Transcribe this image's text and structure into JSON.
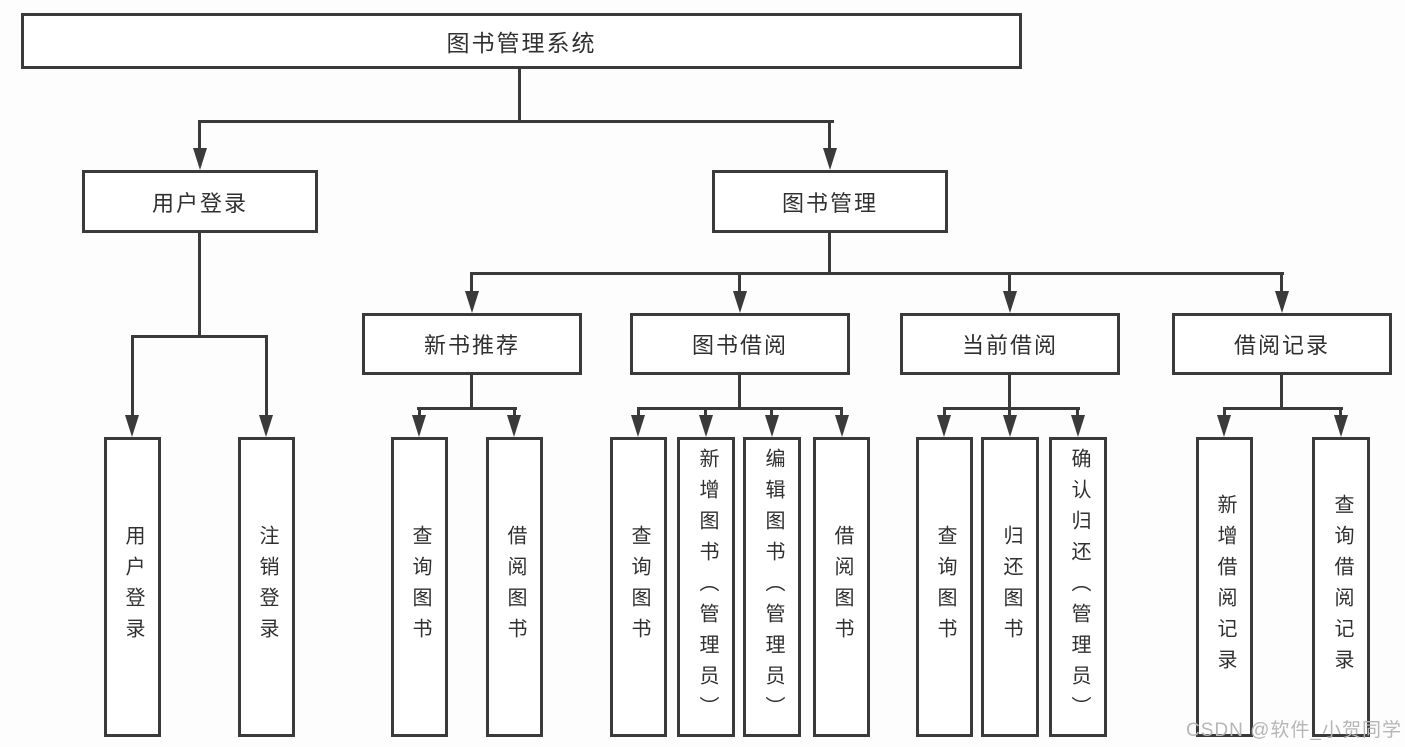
{
  "tree": {
    "label": "图书管理系统",
    "children": [
      {
        "label": "用户登录",
        "children": [
          {
            "label": "用户登录"
          },
          {
            "label": "注销登录"
          }
        ]
      },
      {
        "label": "图书管理",
        "children": [
          {
            "label": "新书推荐",
            "children": [
              {
                "label": "查询图书"
              },
              {
                "label": "借阅图书"
              }
            ]
          },
          {
            "label": "图书借阅",
            "children": [
              {
                "label": "查询图书"
              },
              {
                "label": "新增图书（管理员）"
              },
              {
                "label": "编辑图书（管理员）"
              },
              {
                "label": "借阅图书"
              }
            ]
          },
          {
            "label": "当前借阅",
            "children": [
              {
                "label": "查询图书"
              },
              {
                "label": "归还图书"
              },
              {
                "label": "确认归还（管理员）"
              }
            ]
          },
          {
            "label": "借阅记录",
            "children": [
              {
                "label": "新增借阅记录"
              },
              {
                "label": "查询借阅记录"
              }
            ]
          }
        ]
      }
    ]
  },
  "watermark": {
    "text": "CSDN @软件_小贺同学"
  },
  "colors": {
    "line": "#3a3a3a",
    "node_border": "#3a3a3a",
    "node_fill": "#ffffff",
    "text": "#303030",
    "watermark": "#b6b6b6",
    "background": "#fdfdfd"
  }
}
